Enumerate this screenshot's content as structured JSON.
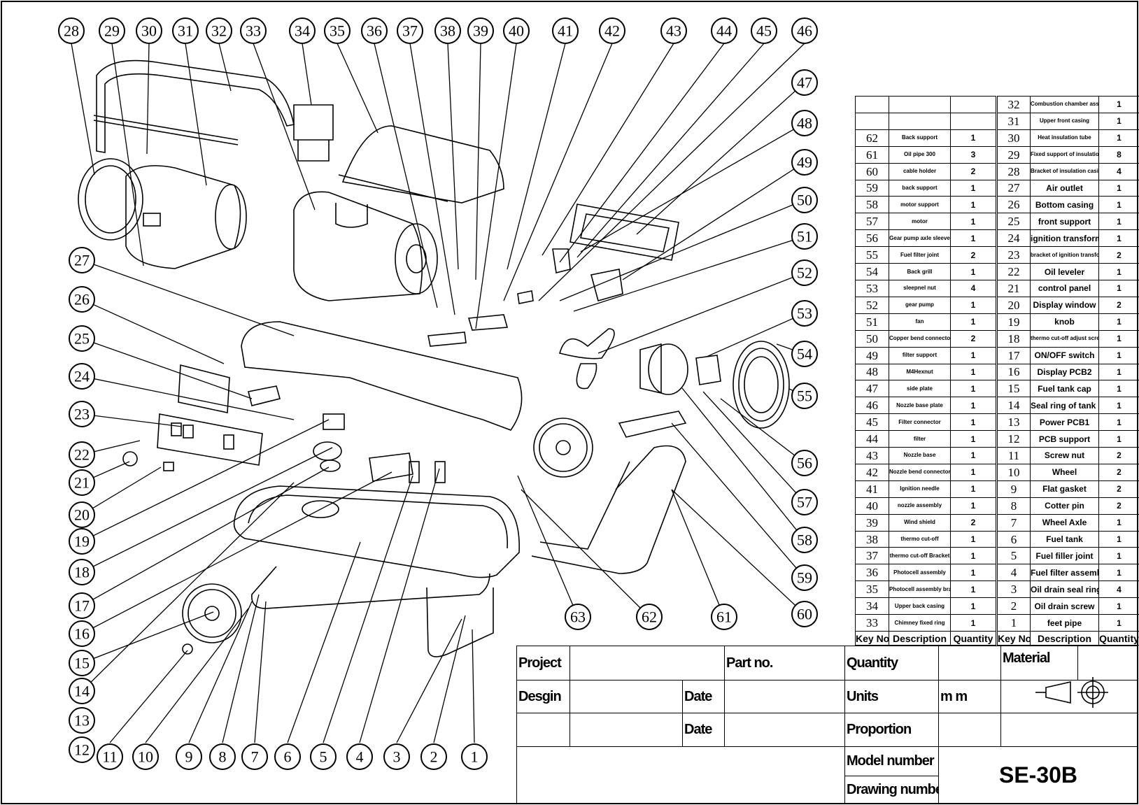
{
  "callouts": {
    "top": [
      "28",
      "29",
      "30",
      "31",
      "32",
      "33",
      "34",
      "35",
      "36",
      "37",
      "38",
      "39",
      "40",
      "41",
      "42",
      "43",
      "44",
      "45",
      "46"
    ],
    "right": [
      "47",
      "48",
      "49",
      "50",
      "51",
      "52",
      "53",
      "54",
      "55",
      "56",
      "57",
      "58",
      "59",
      "60"
    ],
    "left": [
      "27",
      "26",
      "25",
      "24",
      "23",
      "22",
      "21",
      "20",
      "19",
      "18",
      "17",
      "16",
      "15",
      "14",
      "13",
      "12"
    ],
    "bottom": [
      "11",
      "10",
      "9",
      "8",
      "7",
      "6",
      "5",
      "4",
      "3",
      "2",
      "1"
    ],
    "mid": [
      "63",
      "62",
      "61"
    ]
  },
  "bom": {
    "header": {
      "key": "Key No.",
      "desc": "Description",
      "qty": "Quantity"
    },
    "left": [
      {
        "key": "",
        "desc": "",
        "qty": ""
      },
      {
        "key": "",
        "desc": "",
        "qty": ""
      },
      {
        "key": "62",
        "desc": "Back support",
        "qty": "1"
      },
      {
        "key": "61",
        "desc": "Oil pipe 300",
        "qty": "3"
      },
      {
        "key": "60",
        "desc": "cable holder",
        "qty": "2"
      },
      {
        "key": "59",
        "desc": "back support",
        "qty": "1"
      },
      {
        "key": "58",
        "desc": "motor support",
        "qty": "1"
      },
      {
        "key": "57",
        "desc": "motor",
        "qty": "1"
      },
      {
        "key": "56",
        "desc": "Gear pump axle sleeve",
        "qty": "1"
      },
      {
        "key": "55",
        "desc": "Fuel filter joint",
        "qty": "2"
      },
      {
        "key": "54",
        "desc": "Back grill",
        "qty": "1"
      },
      {
        "key": "53",
        "desc": "sleepnel nut",
        "qty": "4"
      },
      {
        "key": "52",
        "desc": "gear pump",
        "qty": "1"
      },
      {
        "key": "51",
        "desc": "fan",
        "qty": "1"
      },
      {
        "key": "50",
        "desc": "Copper bend connector",
        "qty": "2"
      },
      {
        "key": "49",
        "desc": "filter support",
        "qty": "1"
      },
      {
        "key": "48",
        "desc": "M4Hexnut",
        "qty": "1"
      },
      {
        "key": "47",
        "desc": "side plate",
        "qty": "1"
      },
      {
        "key": "46",
        "desc": "Nozzle base plate",
        "qty": "1"
      },
      {
        "key": "45",
        "desc": "Filter connector",
        "qty": "1"
      },
      {
        "key": "44",
        "desc": "filter",
        "qty": "1"
      },
      {
        "key": "43",
        "desc": "Nozzle base",
        "qty": "1"
      },
      {
        "key": "42",
        "desc": "Nozzle bend connector",
        "qty": "1"
      },
      {
        "key": "41",
        "desc": "Ignition needle",
        "qty": "1"
      },
      {
        "key": "40",
        "desc": "nozzle assembly",
        "qty": "1"
      },
      {
        "key": "39",
        "desc": "Wind shield",
        "qty": "2"
      },
      {
        "key": "38",
        "desc": "thermo cut-off",
        "qty": "1"
      },
      {
        "key": "37",
        "desc": "thermo cut-off Bracket",
        "qty": "1"
      },
      {
        "key": "36",
        "desc": "Photocell assembly",
        "qty": "1"
      },
      {
        "key": "35",
        "desc": "Photocell assembly bracket",
        "qty": "1"
      },
      {
        "key": "34",
        "desc": "Upper back casing",
        "qty": "1"
      },
      {
        "key": "33",
        "desc": "Chimney fixed ring",
        "qty": "1"
      }
    ],
    "right": [
      {
        "key": "32",
        "desc": "Combustion chamber assembly",
        "qty": "1",
        "big": false
      },
      {
        "key": "31",
        "desc": "Upper front casing",
        "qty": "1",
        "big": false
      },
      {
        "key": "30",
        "desc": "Heat insulation tube",
        "qty": "1",
        "big": false
      },
      {
        "key": "29",
        "desc": "Fixed support of insulation casing",
        "qty": "8",
        "big": false
      },
      {
        "key": "28",
        "desc": "Bracket of insulation casing",
        "qty": "4",
        "big": false
      },
      {
        "key": "27",
        "desc": "Air outlet",
        "qty": "1",
        "big": true
      },
      {
        "key": "26",
        "desc": "Bottom casing",
        "qty": "1",
        "big": true
      },
      {
        "key": "25",
        "desc": "front support",
        "qty": "1",
        "big": true
      },
      {
        "key": "24",
        "desc": "ignition transformer",
        "qty": "1",
        "big": true
      },
      {
        "key": "23",
        "desc": "bracket of ignition transformer",
        "qty": "2",
        "big": false
      },
      {
        "key": "22",
        "desc": "Oil leveler",
        "qty": "1",
        "big": true
      },
      {
        "key": "21",
        "desc": "control  panel",
        "qty": "1",
        "big": true
      },
      {
        "key": "20",
        "desc": "Display window",
        "qty": "2",
        "big": true
      },
      {
        "key": "19",
        "desc": "knob",
        "qty": "1",
        "big": true
      },
      {
        "key": "18",
        "desc": "thermo cut-off adjust screw nut",
        "qty": "1",
        "big": false
      },
      {
        "key": "17",
        "desc": "ON/OFF switch",
        "qty": "1",
        "big": true
      },
      {
        "key": "16",
        "desc": "Display PCB2",
        "qty": "1",
        "big": true
      },
      {
        "key": "15",
        "desc": "Fuel tank cap",
        "qty": "1",
        "big": true
      },
      {
        "key": "14",
        "desc": "Seal ring of tank cap",
        "qty": "1",
        "big": true
      },
      {
        "key": "13",
        "desc": "Power PCB1",
        "qty": "1",
        "big": true
      },
      {
        "key": "12",
        "desc": "PCB support",
        "qty": "1",
        "big": true
      },
      {
        "key": "11",
        "desc": "Screw nut",
        "qty": "2",
        "big": true
      },
      {
        "key": "10",
        "desc": "Wheel",
        "qty": "2",
        "big": true
      },
      {
        "key": "9",
        "desc": "Flat gasket",
        "qty": "2",
        "big": true
      },
      {
        "key": "8",
        "desc": "Cotter pin",
        "qty": "2",
        "big": true
      },
      {
        "key": "7",
        "desc": "Wheel Axle",
        "qty": "1",
        "big": true
      },
      {
        "key": "6",
        "desc": "Fuel tank",
        "qty": "1",
        "big": true
      },
      {
        "key": "5",
        "desc": "Fuel filler joint",
        "qty": "1",
        "big": true
      },
      {
        "key": "4",
        "desc": "Fuel filter assembly",
        "qty": "1",
        "big": true
      },
      {
        "key": "3",
        "desc": "Oil drain seal ring",
        "qty": "4",
        "big": true
      },
      {
        "key": "2",
        "desc": "Oil drain screw",
        "qty": "1",
        "big": true
      },
      {
        "key": "1",
        "desc": "feet pipe",
        "qty": "1",
        "big": true
      }
    ]
  },
  "title_block": {
    "project": "Project",
    "part_no": "Part no.",
    "quantity": "Quantity",
    "material": "Material",
    "design": "Desgin",
    "date1": "Date",
    "units": "Units",
    "units_value": "m m",
    "date2": "Date",
    "proportion": "Proportion",
    "model_number": "Model number",
    "drawing_number": "Drawing number",
    "model": "SE-30B"
  }
}
